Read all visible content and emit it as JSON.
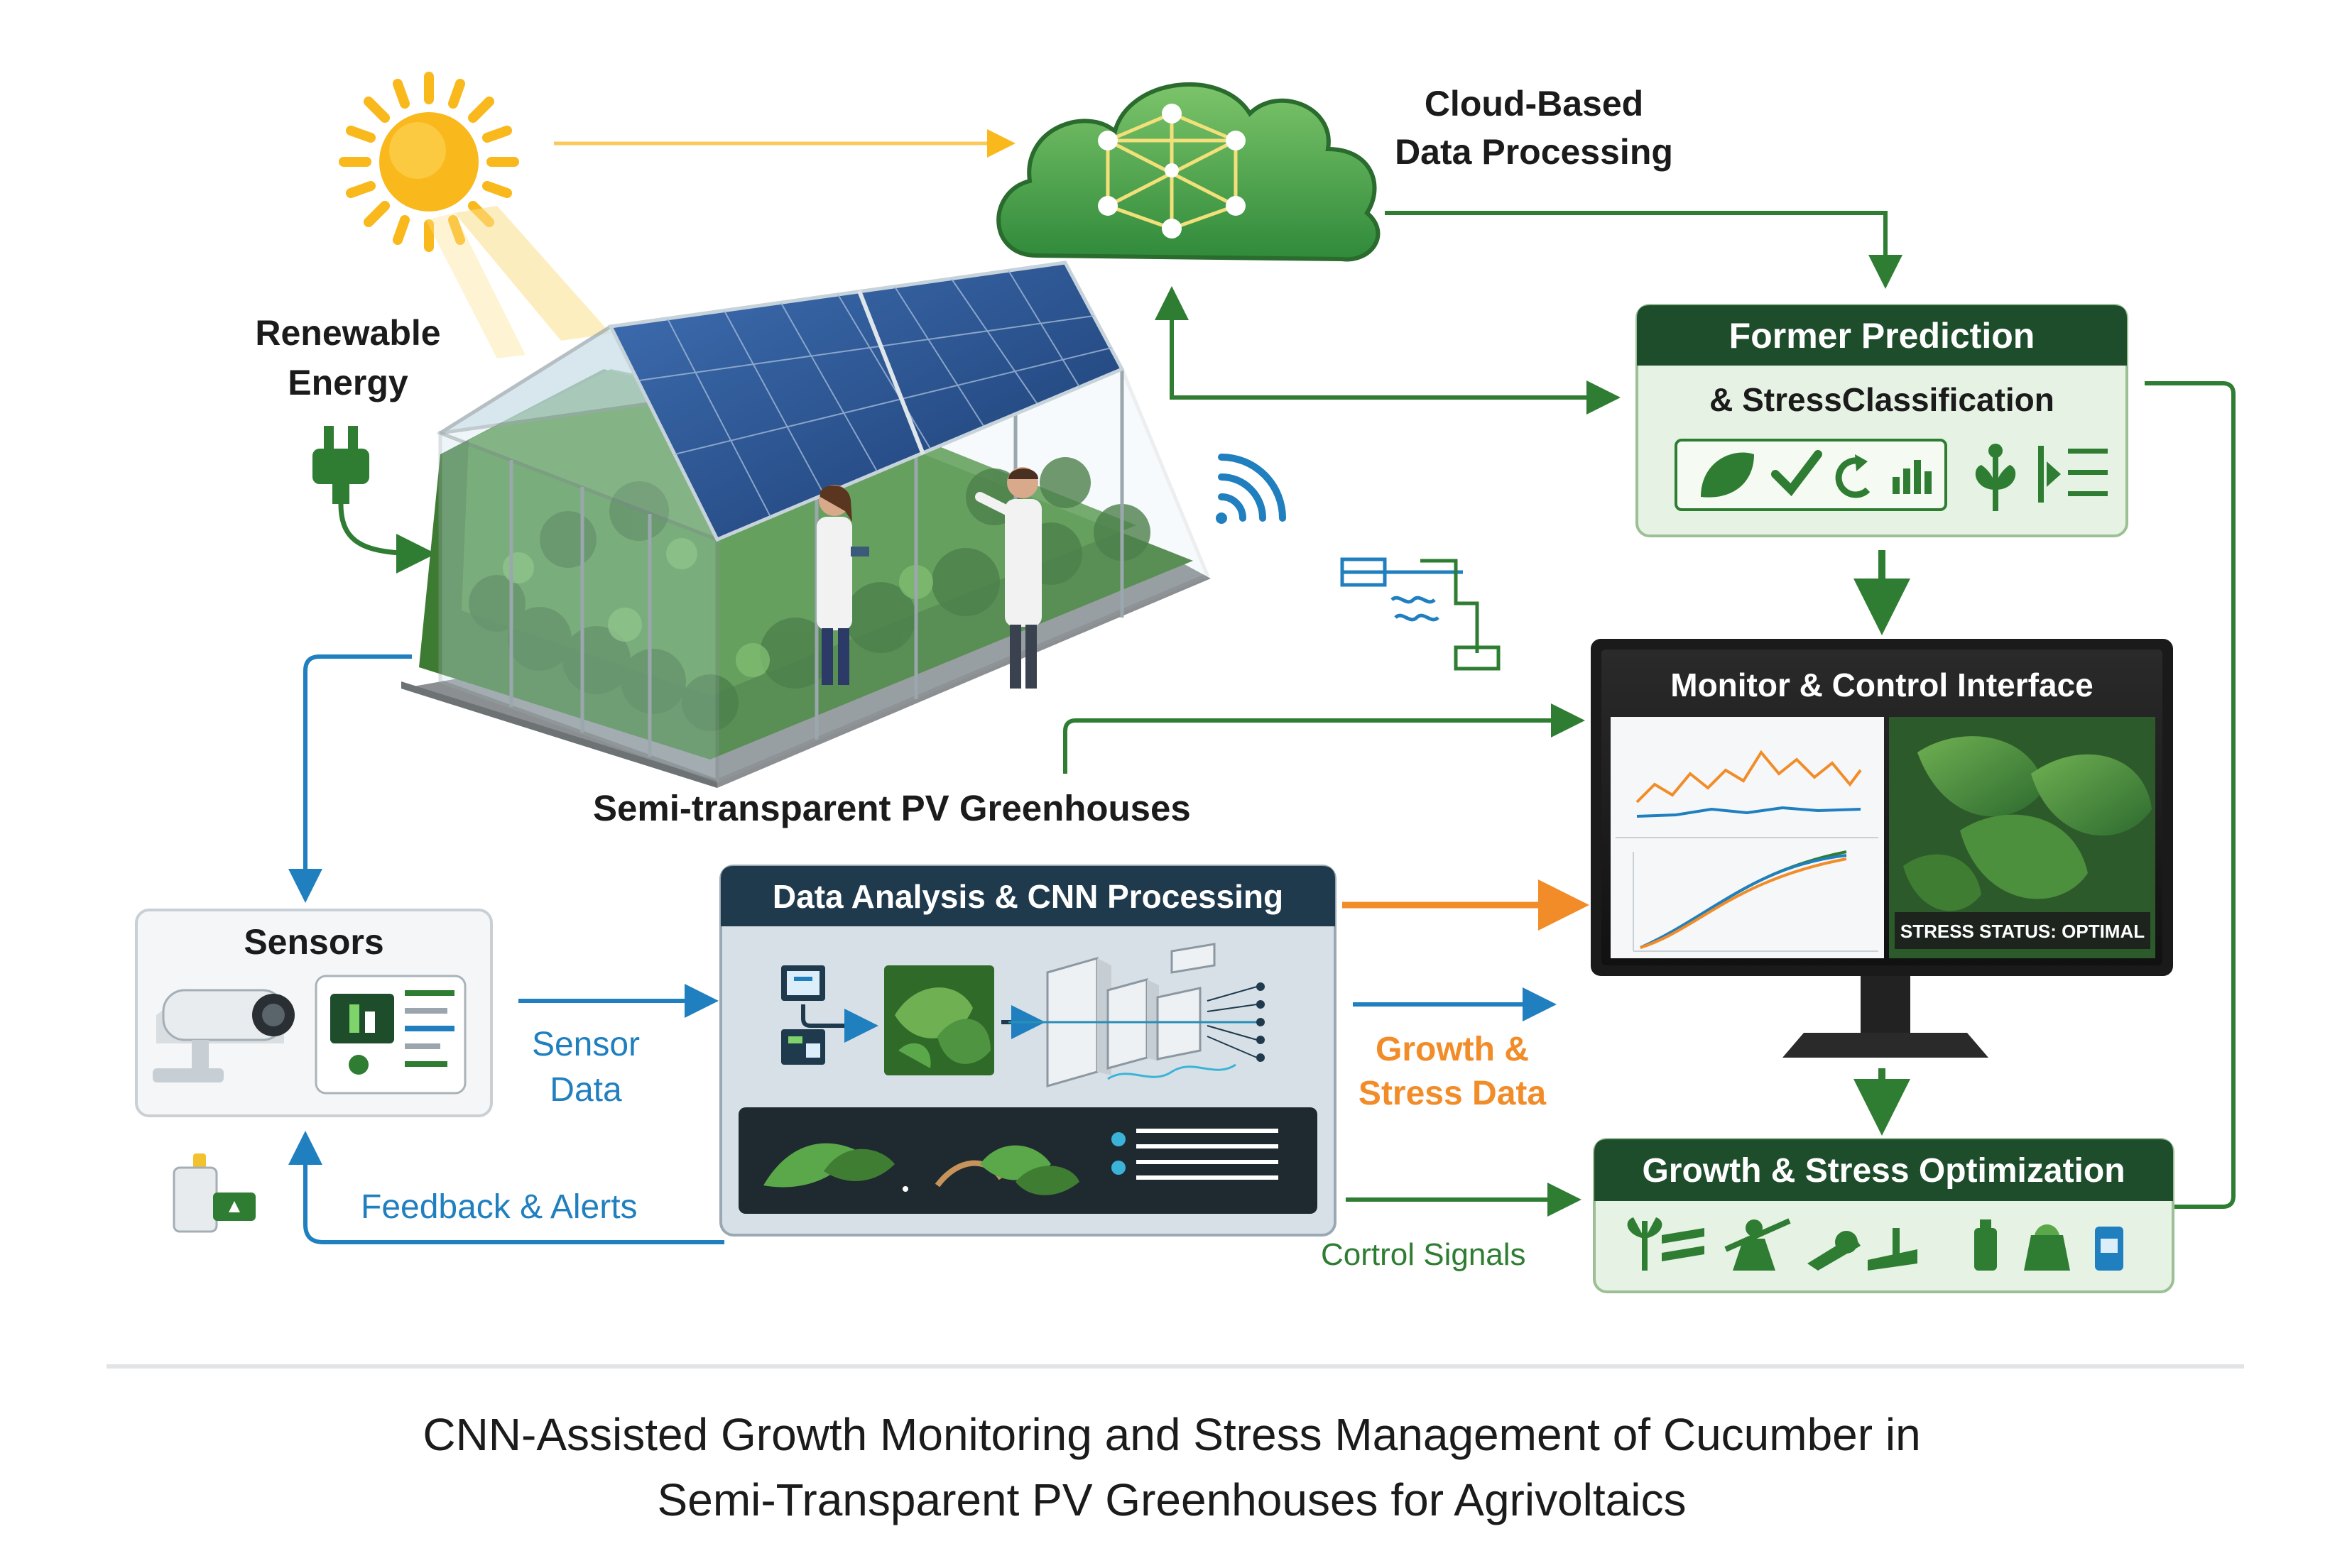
{
  "labels": {
    "cloud": [
      "Cloud-Based",
      "Data Processing"
    ],
    "renewable": [
      "Renewable",
      "Energy"
    ],
    "greenhouse": "Semi-transparent PV Greenhouses",
    "prediction_title": "Former Prediction",
    "prediction_subtitle": "& StressClassification",
    "monitor_title": "Monitor & Control Interface",
    "stress_status": "STRESS STATUS: OPTIMAL",
    "sensors": "Sensors",
    "sensor_data": [
      "Sensor",
      "Data"
    ],
    "cnn_title": "Data Analysis & CNN Processing",
    "growth_stress_data": [
      "Growth &",
      "Stress Data"
    ],
    "optimization_title": "Growth & Stress Optimization",
    "control_signals": "Cortrol Signals",
    "feedback": "Feedback & Alerts",
    "caption": [
      "CNN-Assisted Growth Monitoring and Stress Management of Cucumber in",
      "Semi-Transparent PV Greenhouses for Agrivoltaics"
    ]
  },
  "colors": {
    "dark_green": "#1e4d2b",
    "arrow_green": "#2e7d32",
    "arrow_blue": "#1f7fbf",
    "arrow_orange": "#f28c28",
    "sun_yellow": "#f9b81b",
    "panel_blue": "#1f3f73",
    "light_green_panel": "#e6f2e3",
    "cnn_header": "#1f3a4d"
  },
  "icons": [
    "sun-icon",
    "plug-icon",
    "wifi-icon",
    "network-icon",
    "leaf-icon",
    "check-icon",
    "refresh-icon",
    "bar-chart-icon",
    "plant-icon",
    "list-icon",
    "camera-icon",
    "device-icon",
    "pipe-icon",
    "bottle-icon",
    "fertilizer-icon"
  ]
}
